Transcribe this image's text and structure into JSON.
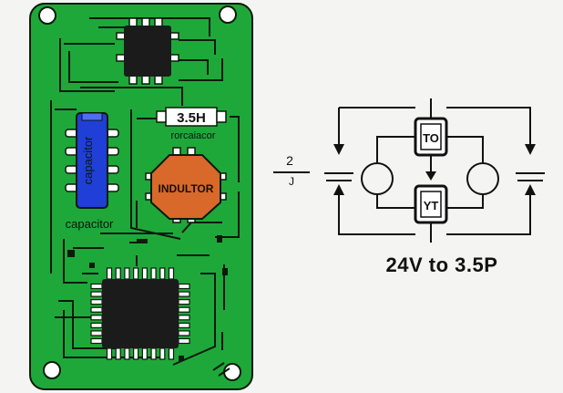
{
  "pcb": {
    "board_color": "#1fa83a",
    "trace_color": "#0b1a0b",
    "component_values": {
      "top_label": "3.5H",
      "bottom_label": "rorcaiacor"
    },
    "capacitor": {
      "body_text": "capacitor",
      "caption": "capacitor",
      "color": "#1f3fd6"
    },
    "inductor": {
      "label": "INDULTOR",
      "color": "#d8692a"
    }
  },
  "schematic": {
    "fraction_top": "2",
    "fraction_bottom": "J",
    "top_box": "TO",
    "bottom_box": "YT",
    "caption": "24V to 3.5P"
  }
}
